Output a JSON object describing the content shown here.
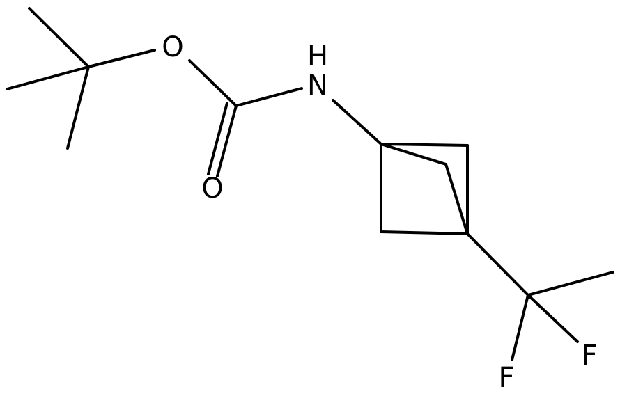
{
  "atoms": {
    "O_ether": "O",
    "O_carbonyl": "O",
    "N_amine": "N",
    "H_amine": "H",
    "F_1": "F",
    "F_2": "F"
  },
  "colors": {
    "bond": "#000000",
    "label": "#000000",
    "background": "#ffffff"
  }
}
